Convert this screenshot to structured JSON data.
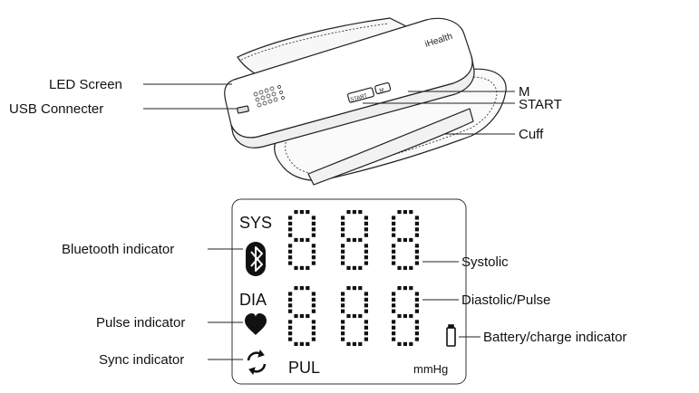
{
  "device": {
    "brand": "iHealth",
    "start_button": "START",
    "m_button": "M"
  },
  "callouts_top": {
    "led_screen": "LED Screen",
    "usb_connecter": "USB Connecter",
    "m": "M",
    "start": "START",
    "cuff": "Cuff"
  },
  "lcd": {
    "sys": "SYS",
    "dia": "DIA",
    "pul": "PUL",
    "unit": "mmHg"
  },
  "callouts_bottom": {
    "bluetooth_indicator": "Bluetooth indicator",
    "pulse_indicator": "Pulse indicator",
    "sync_indicator": "Sync indicator",
    "systolic": "Systolic",
    "diastolic_pulse": "Diastolic/Pulse",
    "battery_indicator": "Battery/charge indicator"
  },
  "icons": [
    "bluetooth-icon",
    "heart-icon",
    "sync-icon",
    "battery-icon"
  ]
}
